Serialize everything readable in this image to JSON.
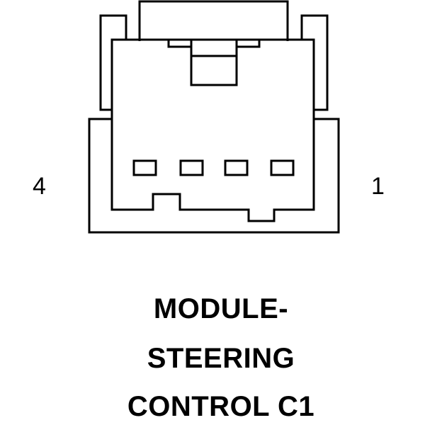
{
  "connector": {
    "pin_left_label": "4",
    "pin_right_label": "1",
    "pin_count": 4
  },
  "caption": {
    "line1": "MODULE-",
    "line2": "STEERING",
    "line3": "CONTROL C1"
  },
  "colors": {
    "stroke": "#000000",
    "background": "#ffffff"
  }
}
